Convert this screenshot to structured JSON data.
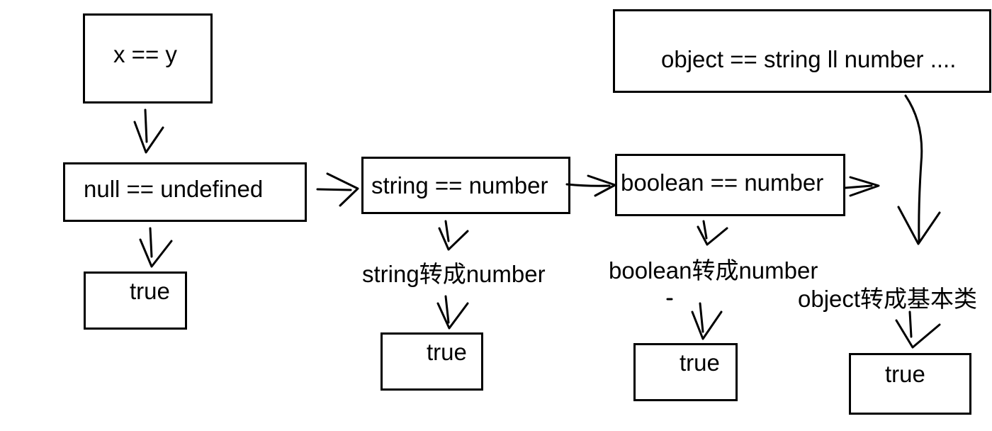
{
  "nodes": {
    "start": "x == y",
    "null_undefined": "null == undefined",
    "string_number": "string == number",
    "boolean_number": "boolean == number",
    "object_other": "object == string ll number ....",
    "string_to_number": "string转成number",
    "boolean_to_number": "boolean转成number",
    "object_to_primitive": "object转成基本类",
    "true_1": "true",
    "true_2": "true",
    "true_3": "true",
    "true_4": "true"
  }
}
